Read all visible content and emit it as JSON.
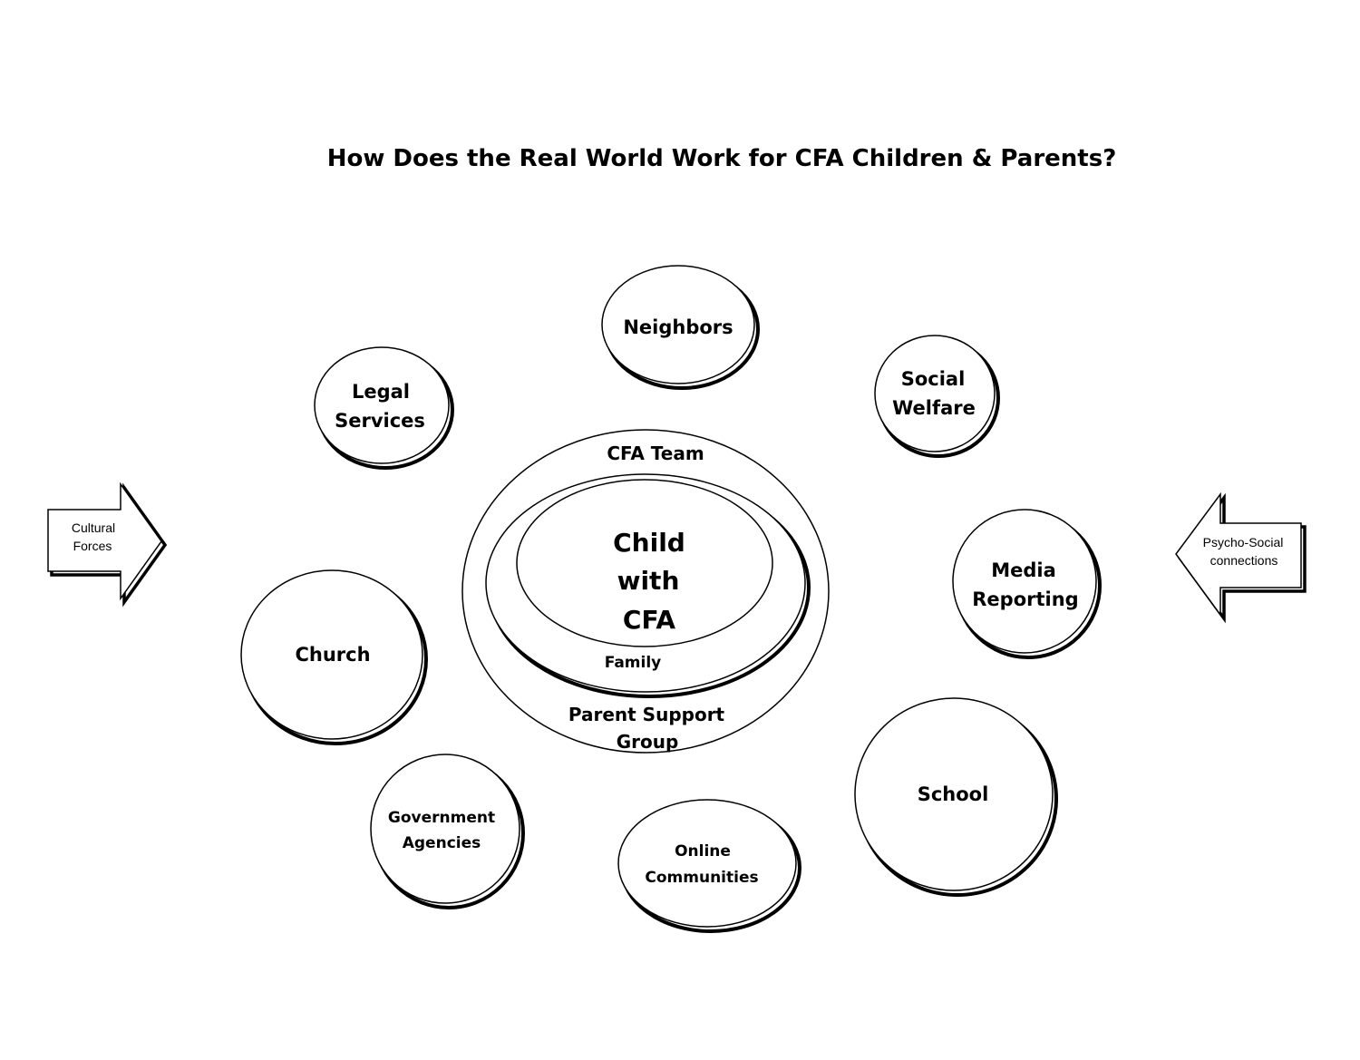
{
  "title": "How Does the Real World Work for CFA Children & Parents?",
  "center": {
    "core_lines": [
      "Child",
      "with",
      "CFA"
    ],
    "family": "Family",
    "cfa_team": "CFA Team",
    "parent_support_lines": [
      "Parent Support",
      "Group"
    ]
  },
  "nodes": {
    "neighbors": [
      "Neighbors"
    ],
    "legal": [
      "Legal",
      "Services"
    ],
    "social": [
      "Social",
      "Welfare"
    ],
    "media": [
      "Media",
      "Reporting"
    ],
    "church": [
      "Church"
    ],
    "school": [
      "School"
    ],
    "government": [
      "Government",
      "Agencies"
    ],
    "online": [
      "Online",
      "Communities"
    ]
  },
  "arrows": {
    "left": [
      "Cultural",
      "Forces"
    ],
    "right": [
      "Psycho-Social",
      "connections"
    ]
  }
}
